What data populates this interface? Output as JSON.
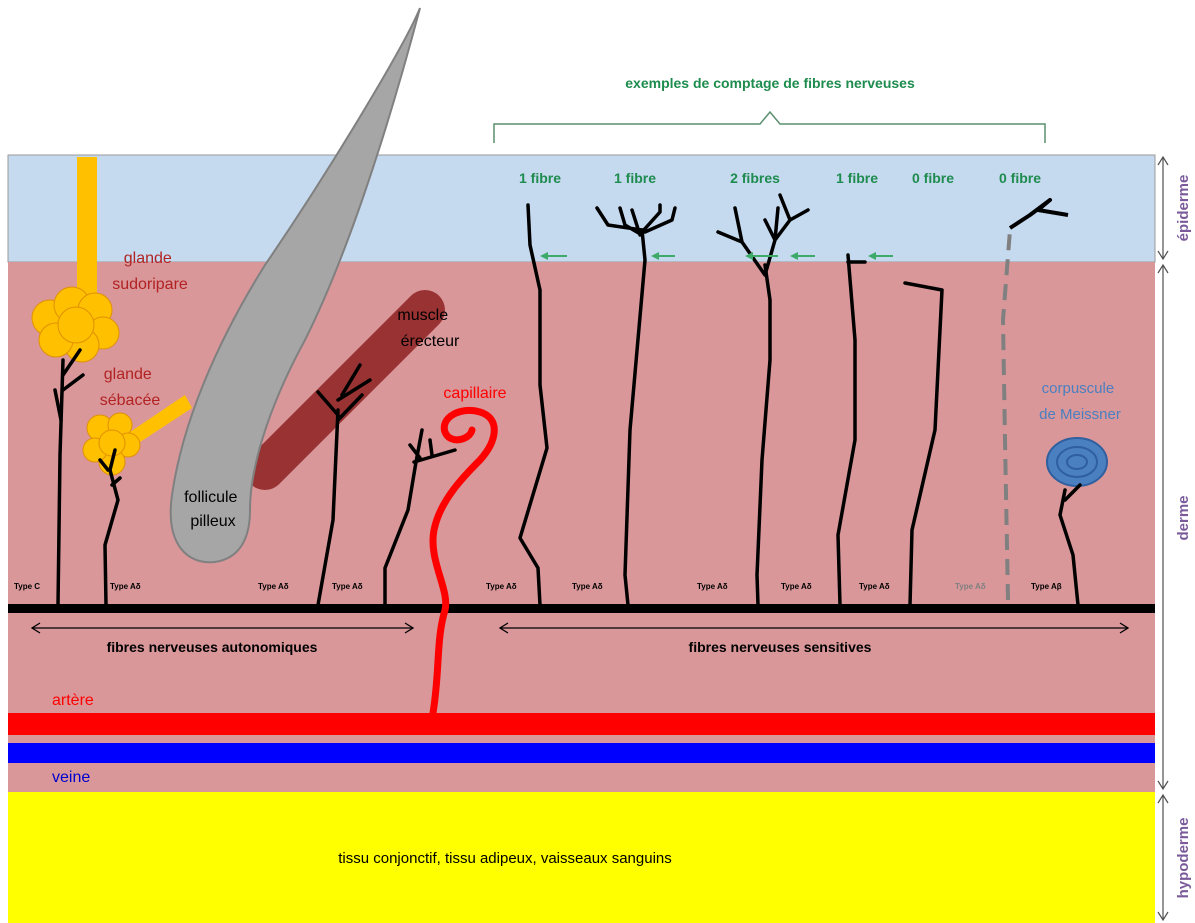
{
  "title": "exemples de comptage de fibres nerveuses",
  "layers": {
    "epidermis": "épiderme",
    "dermis": "derme",
    "hypodermis": "hypoderme"
  },
  "hypodermis_content": "tissu conjonctif, tissu adipeux, vaisseaux sanguins",
  "structures": {
    "sweat_gland": [
      "glande",
      "sudoripare"
    ],
    "sebaceous_gland": [
      "glande",
      "sébacée"
    ],
    "hair_follicle": [
      "follicule",
      "pilleux"
    ],
    "erector_muscle": [
      "muscle",
      "érecteur"
    ],
    "capillary": "capillaire",
    "meissner": [
      "corpuscule",
      "de Meissner"
    ],
    "artery": "artère",
    "vein": "veine"
  },
  "groups": {
    "autonomic": "fibres nerveuses autonomiques",
    "sensory": "fibres nerveuses sensitives"
  },
  "fiber_counts": [
    "1 fibre",
    "1 fibre",
    "2 fibres",
    "1 fibre",
    "0 fibre",
    "0 fibre"
  ],
  "fiber_types": [
    "Type C",
    "Type Aδ",
    "Type Aδ",
    "Type Aδ",
    "Type Aδ",
    "Type Aδ",
    "Type Aδ",
    "Type Aδ",
    "Type Aδ",
    "Type Aδ",
    "Type Aβ"
  ],
  "colors": {
    "epidermis": "#c5d9ef",
    "dermis": "#d9979a",
    "hypodermis": "#ffff00",
    "artery": "#ff0000",
    "vein": "#0000ff",
    "gland": "#ffc000",
    "hair": "#a6a6a6",
    "muscle": "#993333",
    "count_label": "#1e8c4e",
    "layer_label": "#7a5a9a",
    "meissner": "#4a7fc0",
    "gland_label": "#b22222"
  }
}
